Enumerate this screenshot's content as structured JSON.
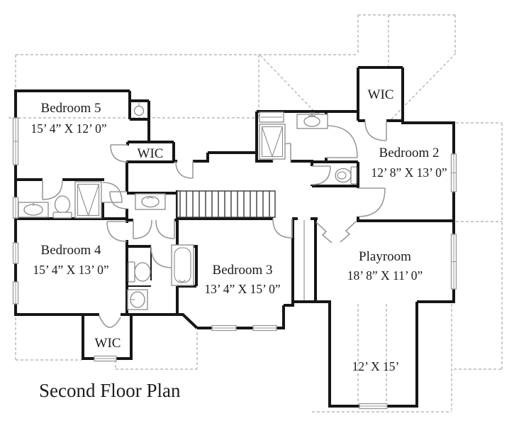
{
  "title": {
    "label": "Second Floor Plan"
  },
  "rooms": {
    "bedroom5": {
      "name": "Bedroom 5",
      "dims": "15’ 4” X 12’ 0”"
    },
    "bedroom4": {
      "name": "Bedroom 4",
      "dims": "15’ 4” X 13’ 0”"
    },
    "bedroom3": {
      "name": "Bedroom 3",
      "dims": "13’ 4” X 15’ 0”"
    },
    "bedroom2": {
      "name": "Bedroom 2",
      "dims": "12’ 8” X 13’ 0”"
    },
    "playroom": {
      "name": "Playroom",
      "dims": "18’ 8” X 11’ 0”"
    },
    "wic_top_left": {
      "name": "WIC"
    },
    "wic_top_right": {
      "name": "WIC"
    },
    "wic_bottom_left": {
      "name": "WIC"
    },
    "bonus_space": {
      "dims": "12’ X 15’"
    }
  },
  "icons": {
    "fixtures": [
      "toilet-icon",
      "sink-icon",
      "bathtub-icon",
      "shower-icon"
    ]
  },
  "colors": {
    "wall": "#161616",
    "fixture": "#8a8a8a",
    "door_swing": "#9a9a9a",
    "roof_dashed": "#aaaaaa",
    "text": "#1c1c1c",
    "background": "#ffffff"
  }
}
